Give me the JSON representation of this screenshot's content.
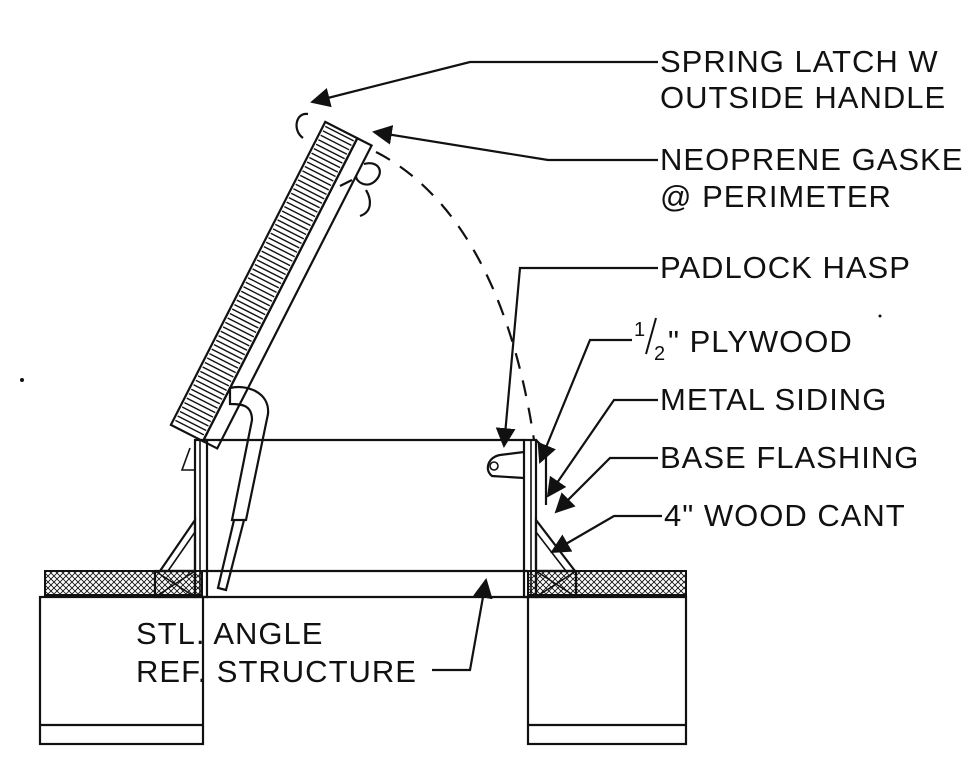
{
  "labels": {
    "spring_latch_line1": "SPRING LATCH W",
    "spring_latch_line2": "OUTSIDE HANDLE",
    "gasket_line1": "NEOPRENE GASKE",
    "gasket_line2": "@ PERIMETER",
    "padlock_hasp": "PADLOCK HASP",
    "plywood_fraction_num": "1",
    "plywood_fraction_den": "2",
    "plywood_rest": "\" PLYWOOD",
    "metal_siding": "METAL SIDING",
    "base_flashing": "BASE FLASHING",
    "wood_cant": "4\" WOOD CANT",
    "stl_angle": "STL. ANGLE",
    "ref_structure": "REF. STRUCTURE"
  },
  "colors": {
    "line": "#111111",
    "background": "#ffffff"
  }
}
